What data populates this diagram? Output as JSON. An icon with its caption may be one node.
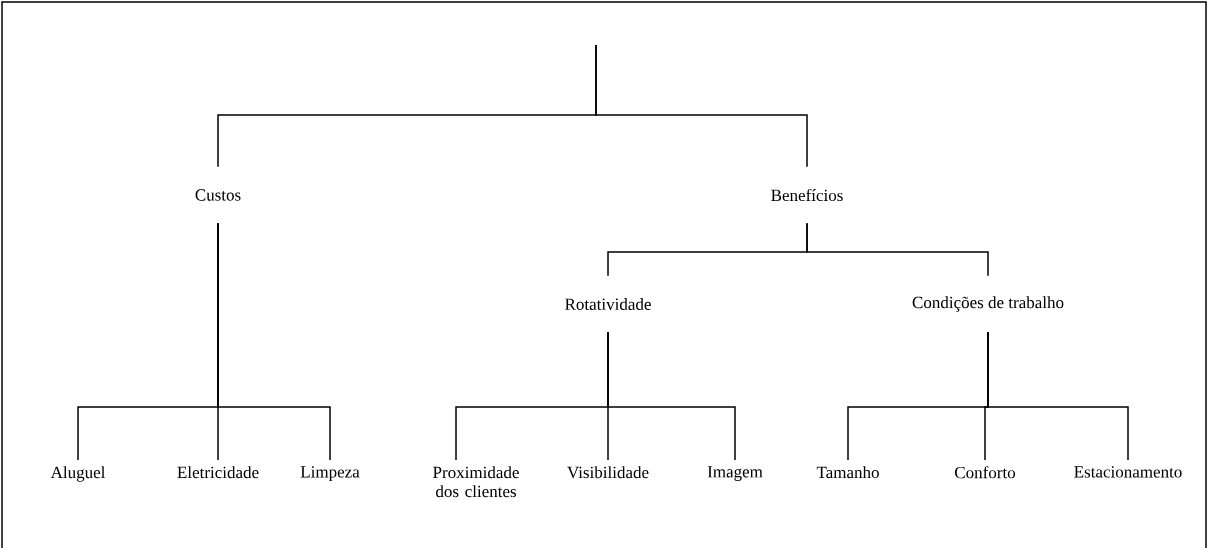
{
  "diagram": {
    "nodes": [
      {
        "text": [
          "Custos"
        ]
      },
      {
        "text": [
          "Benefícios"
        ]
      },
      {
        "text": [
          "Rotatividade"
        ]
      },
      {
        "text": [
          "Condições de trabalho"
        ]
      },
      {
        "text": [
          "Aluguel"
        ]
      },
      {
        "text": [
          "Eletricidade"
        ]
      },
      {
        "text": [
          "Limpeza"
        ]
      },
      {
        "text": [
          "Proximidade dos clientes"
        ]
      },
      {
        "text": [
          "Visibilidade"
        ]
      },
      {
        "text": [
          "Imagem"
        ]
      },
      {
        "text": [
          "Tamanho"
        ]
      },
      {
        "text": [
          "Conforto"
        ]
      },
      {
        "text": [
          "Estacionamento"
        ]
      }
    ],
    "edges": [
      {
        "from": null,
        "to": 0,
        "arrow": "none"
      },
      {
        "from": null,
        "to": 1,
        "arrow": "none"
      },
      {
        "from": 0,
        "to": 4,
        "arrow": "none"
      },
      {
        "from": 0,
        "to": 5,
        "arrow": "none"
      },
      {
        "from": 0,
        "to": 6,
        "arrow": "none"
      },
      {
        "from": 1,
        "to": 2,
        "arrow": "none"
      },
      {
        "from": 1,
        "to": 3,
        "arrow": "none"
      },
      {
        "from": 2,
        "to": 7,
        "arrow": "none"
      },
      {
        "from": 2,
        "to": 8,
        "arrow": "none"
      },
      {
        "from": 2,
        "to": 9,
        "arrow": "none"
      },
      {
        "from": 3,
        "to": 10,
        "arrow": "none"
      },
      {
        "from": 3,
        "to": 11,
        "arrow": "none"
      },
      {
        "from": 3,
        "to": 12,
        "arrow": "none"
      }
    ]
  }
}
